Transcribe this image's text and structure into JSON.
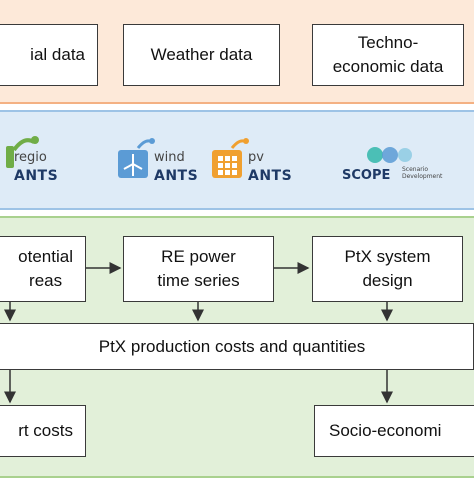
{
  "inputs": [
    {
      "label": "ial data"
    },
    {
      "label": "Weather data"
    },
    {
      "label": "Techno-\neconomic data"
    }
  ],
  "tools": {
    "regio": {
      "small": "regio",
      "big": "ANTS"
    },
    "wind": {
      "small": "wind",
      "big": "ANTS"
    },
    "pv": {
      "small": "pv",
      "big": "ANTS"
    },
    "scope": {
      "name": "SCOPE",
      "sub": "Scenario\nDevelopment"
    }
  },
  "steps": {
    "potential": "otential\nreas",
    "re_power": "RE power\ntime series",
    "ptx_design": "PtX system\ndesign",
    "production": "PtX production costs and quantities",
    "costs": "rt costs",
    "socio": "Socio-economi"
  },
  "colors": {
    "input_band": "#fde9d9",
    "tools_band": "#deebf7",
    "output_band": "#e2f0d9",
    "regio_green": "#70ad47",
    "wind_blue": "#5b9bd5",
    "pv_orange": "#f0a030",
    "scope_teal": "#4bbfb6"
  }
}
